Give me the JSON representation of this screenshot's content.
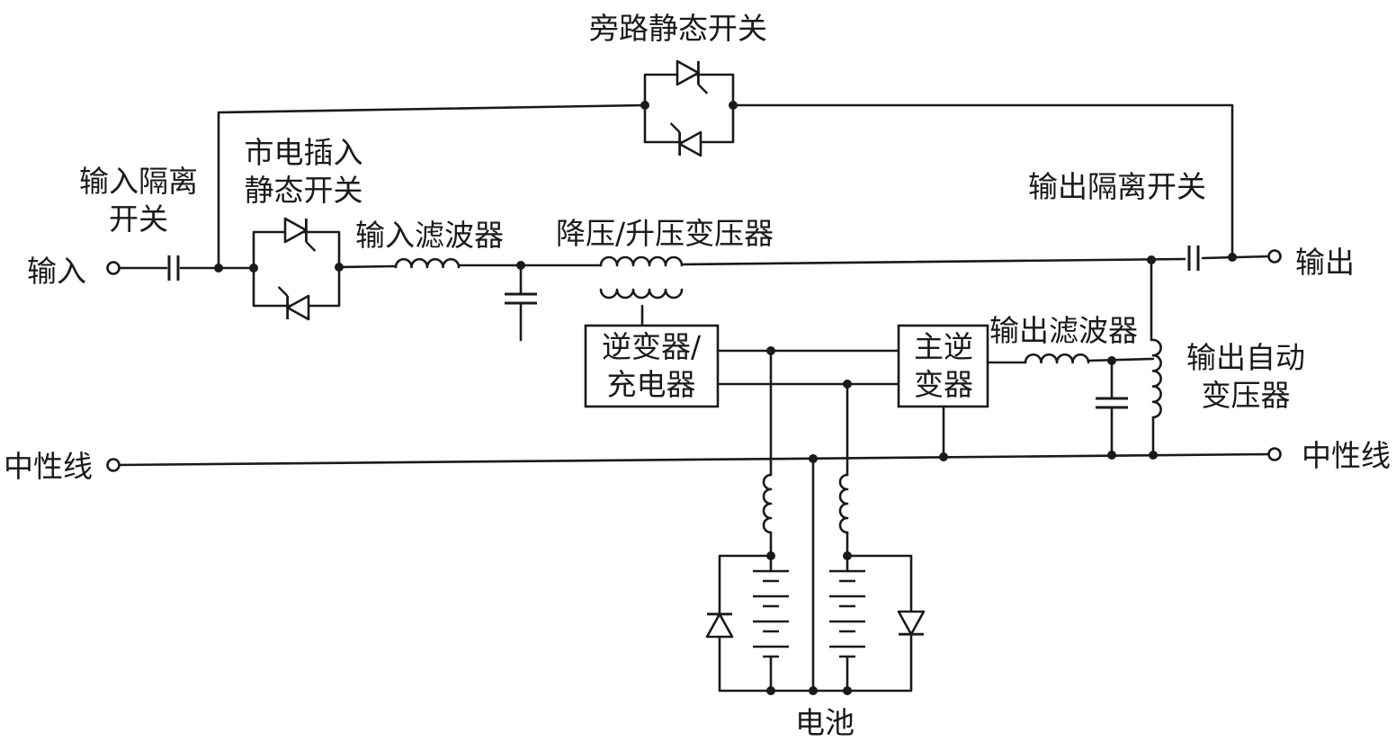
{
  "labels": {
    "bypass_switch": "旁路静态开关",
    "input_isolation_1": "输入隔离",
    "input_isolation_2": "开关",
    "mains_switch_1": "市电插入",
    "mains_switch_2": "静态开关",
    "input_filter": "输入滤波器",
    "buck_boost": "降压/升压变压器",
    "output_isolation": "输出隔离开关",
    "input_terminal": "输入",
    "output_terminal": "输出",
    "inverter_charger_1": "逆变器/",
    "inverter_charger_2": "充电器",
    "main_inverter_1": "主逆",
    "main_inverter_2": "变器",
    "output_filter": "输出滤波器",
    "output_autotransformer_1": "输出自动",
    "output_autotransformer_2": "变压器",
    "neutral_left": "中性线",
    "neutral_right": "中性线",
    "battery": "电池"
  },
  "colors": {
    "line": "#1a1a1a",
    "background": "#ffffff"
  }
}
